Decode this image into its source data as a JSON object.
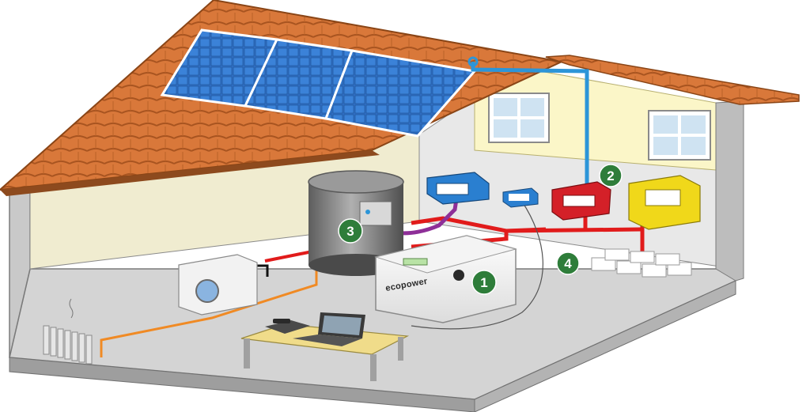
{
  "markers": [
    {
      "id": "1",
      "label": "1"
    },
    {
      "id": "2",
      "label": "2"
    },
    {
      "id": "3",
      "label": "3"
    },
    {
      "id": "4",
      "label": "4"
    }
  ],
  "unit": {
    "brand": "ecopower"
  },
  "colors": {
    "roof_tile": "#d9783a",
    "roof_dark": "#a85420",
    "solar_panel": "#2f6fc4",
    "wall_yellow": "#fbf6c8",
    "wall_grey": "#c9c9c9",
    "floor": "#d4d4d4",
    "power_line": "#e11b1b",
    "water_line": "#2c95d8",
    "heat_line": "#f08a24",
    "gas_line": "#8e2f98",
    "marker_green": "#2e7d3a",
    "inverter_red": "#d42028",
    "inverter_yellow": "#f0d81a",
    "controller_blue": "#2a7fd0"
  }
}
